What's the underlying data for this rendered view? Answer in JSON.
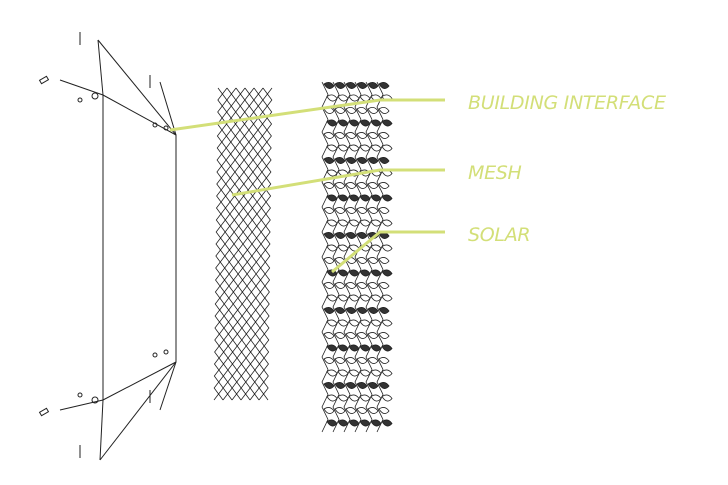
{
  "labels": {
    "building_interface": "BUILDING INTERFACE",
    "mesh": "MESH",
    "solar": "SOLAR"
  },
  "colors": {
    "accent": "#d3df78",
    "line": "#222222"
  }
}
